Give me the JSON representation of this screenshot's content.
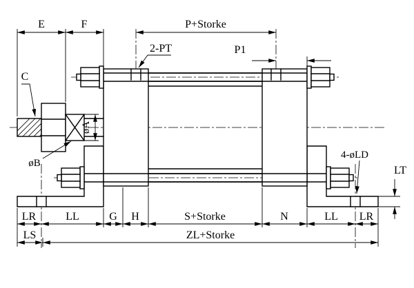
{
  "title": "Tie-rod cylinder with foot mounting - dimensional drawing",
  "colors": {
    "line": "#000000",
    "background": "#ffffff"
  },
  "labels": {
    "E": "E",
    "F": "F",
    "P_storke": "P+Storke",
    "port_note": "2-PT",
    "P1": "P1",
    "C": "C",
    "dia_A": "øA",
    "dia_B": "øB",
    "hole_note": "4-øLD",
    "LT": "LT",
    "LR_left": "LR",
    "LL_left": "LL",
    "G": "G",
    "H": "H",
    "S_storke": "S+Storke",
    "N": "N",
    "LL_right": "LL",
    "LR_right": "LR",
    "LS": "LS",
    "ZL_storke": "ZL+Storke"
  }
}
